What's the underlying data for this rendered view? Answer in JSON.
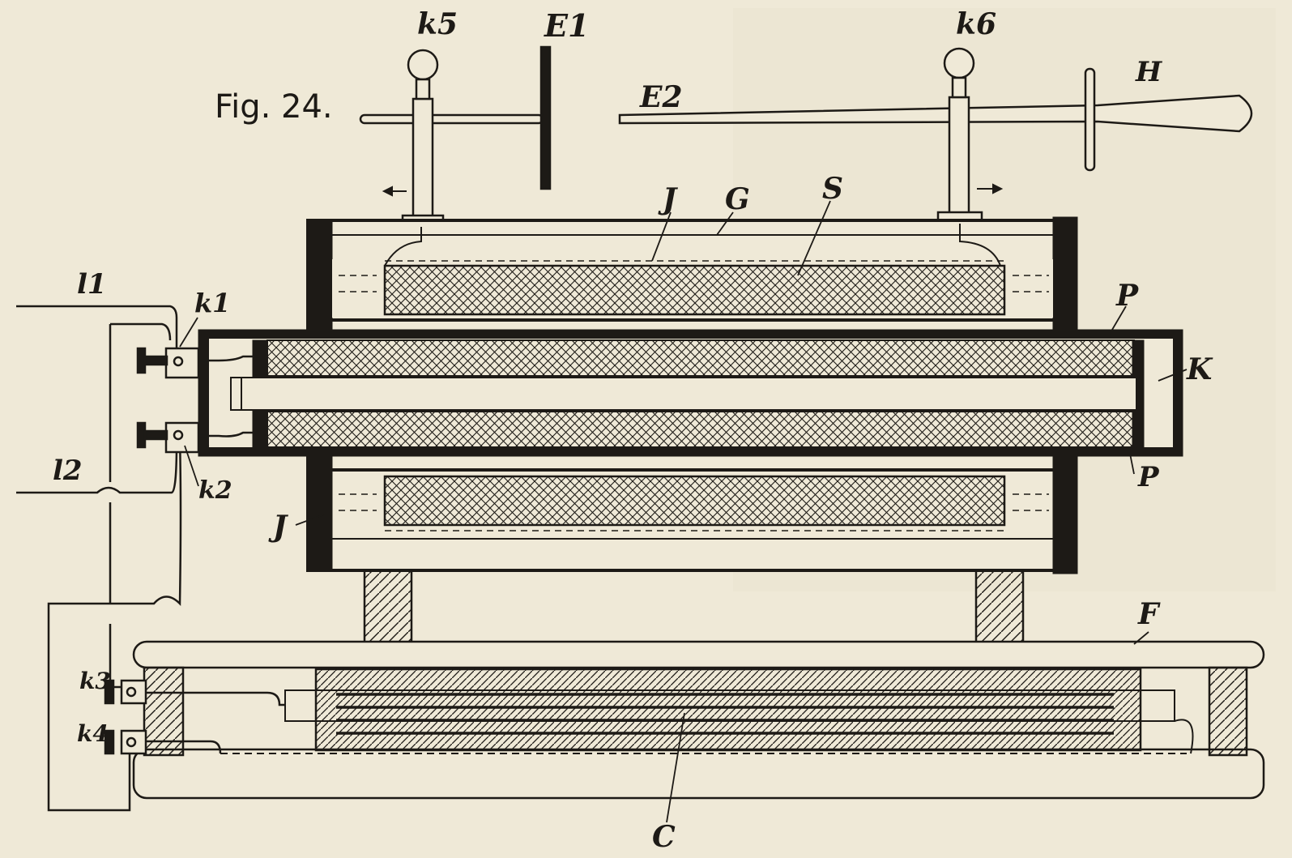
{
  "figure_title": "Fig. 24.",
  "labels": {
    "k5": "k5",
    "k6": "k6",
    "e1": "E1",
    "e2": "E2",
    "h": "H",
    "j_top": "J",
    "g": "G",
    "s": "S",
    "p_top": "P",
    "k": "K",
    "p_bottom": "P",
    "j_bottom": "J",
    "l1": "l1",
    "l2": "l2",
    "k1": "k1",
    "k2": "k2",
    "k3": "k3",
    "k4": "k4",
    "f": "F",
    "c": "C"
  },
  "colors": {
    "paper": "#efe9d7",
    "ink": "#1d1a16"
  }
}
